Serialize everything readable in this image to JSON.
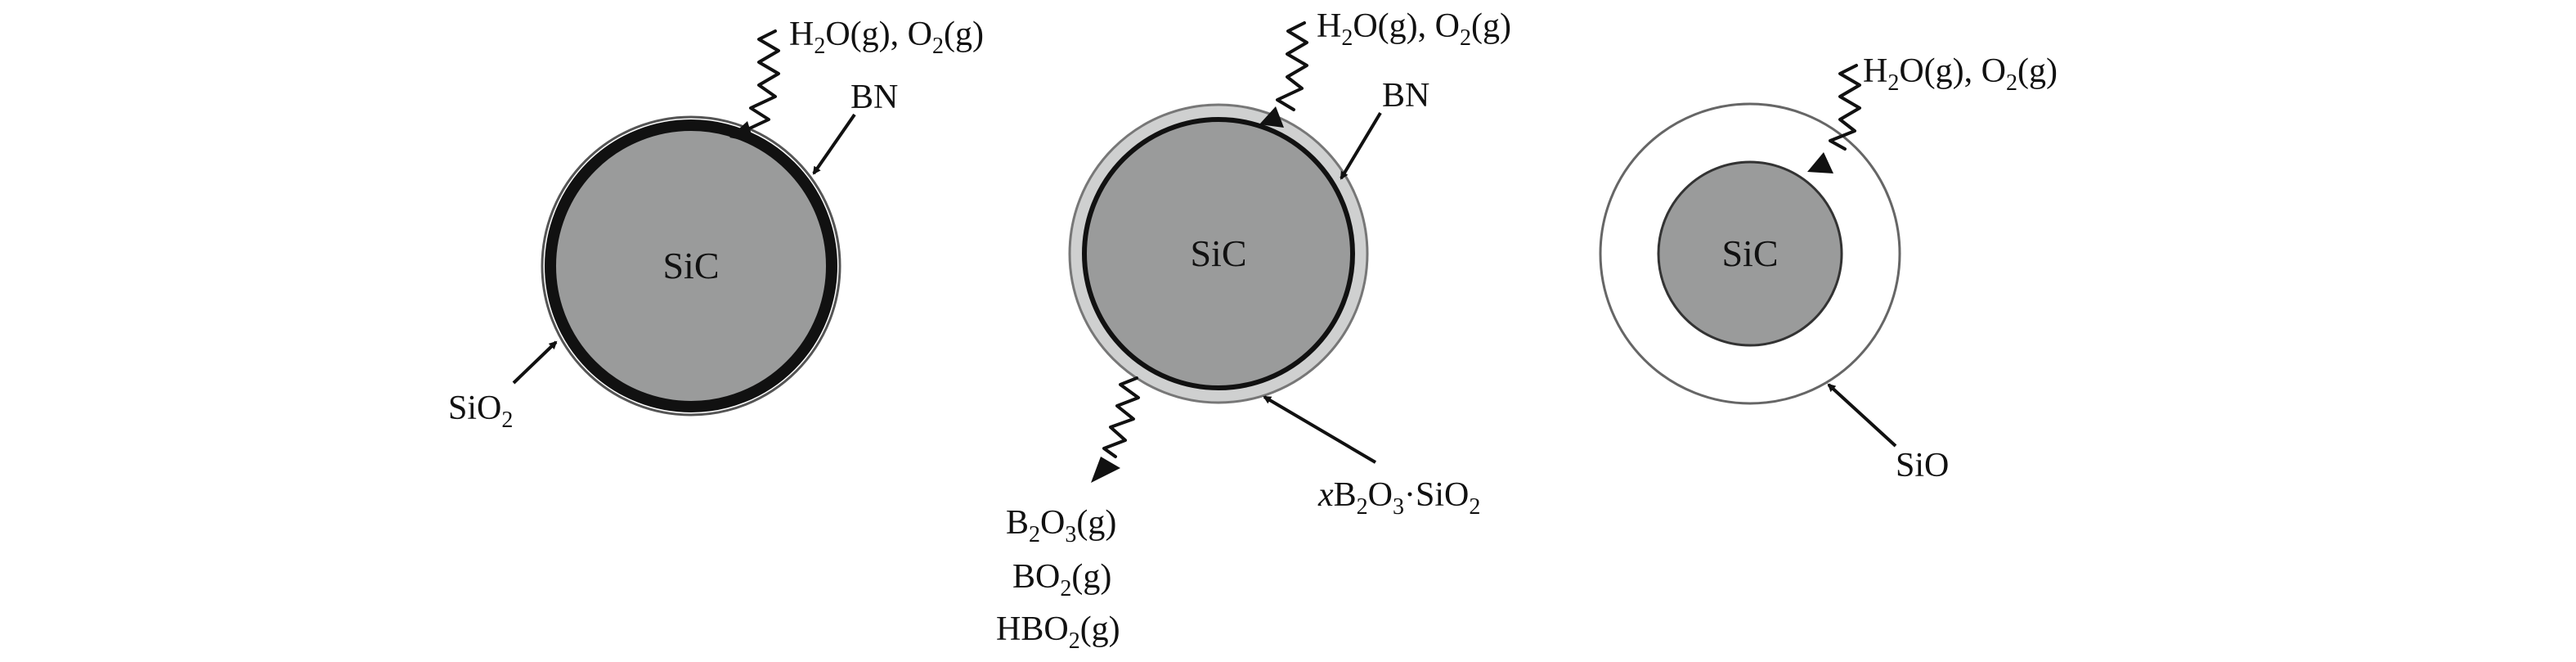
{
  "figure": {
    "panels": [
      {
        "core_label": "SiC",
        "gas_label": {
          "p1": "H",
          "s1": "2",
          "p2": "O(g), O",
          "s2": "2",
          "p3": "(g)"
        },
        "coating_label": "BN",
        "oxide_label": {
          "p1": "SiO",
          "s1": "2"
        }
      },
      {
        "core_label": "SiC",
        "gas_label": {
          "p1": "H",
          "s1": "2",
          "p2": "O(g), O",
          "s2": "2",
          "p3": "(g)"
        },
        "coating_label": "BN",
        "glass_label": {
          "italic": "x",
          "p1": "B",
          "s1": "2",
          "p2": "O",
          "s2": "3",
          "p3": "·SiO",
          "s3": "2"
        },
        "products": [
          {
            "p1": "B",
            "s1": "2",
            "p2": "O",
            "s2": "3",
            "p3": "(g)"
          },
          {
            "p1": "BO",
            "s1": "2",
            "p2": "(g)"
          },
          {
            "p1": "HBO",
            "s1": "2",
            "p2": "(g)"
          }
        ]
      },
      {
        "core_label": "SiC",
        "gas_label": {
          "p1": "H",
          "s1": "2",
          "p2": "O(g), O",
          "s2": "2",
          "p3": "(g)"
        },
        "shell_label": "SiO"
      }
    ]
  }
}
